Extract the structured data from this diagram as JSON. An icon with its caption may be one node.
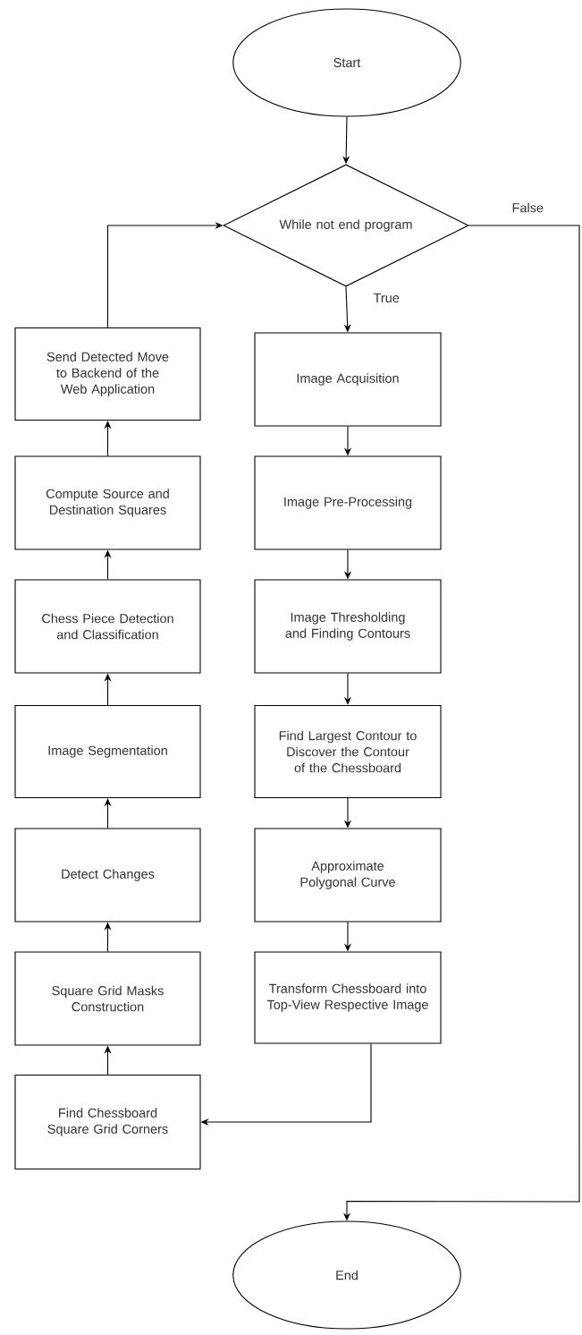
{
  "diagram": {
    "nodes": [
      {
        "text": [
          "Start"
        ]
      },
      {
        "text": [
          "While not end program"
        ]
      },
      {
        "text": [
          "Image Acquisition"
        ]
      },
      {
        "text": [
          "Image Pre-Processing"
        ]
      },
      {
        "text": [
          "Image Thresholding and Finding Contours"
        ]
      },
      {
        "text": [
          "Find Largest Contour to Discover the Contour of the Chessboard"
        ]
      },
      {
        "text": [
          "Approximate Polygonal Curve"
        ]
      },
      {
        "text": [
          "Transform Chessboard into Top-View Respective Image"
        ]
      },
      {
        "text": [
          "Send Detected Move to Backend of the Web Application"
        ]
      },
      {
        "text": [
          "Compute Source and Destination Squares"
        ]
      },
      {
        "text": [
          "Chess Piece Detection and Classification"
        ]
      },
      {
        "text": [
          "Image Segmentation"
        ]
      },
      {
        "text": [
          "Detect Changes"
        ]
      },
      {
        "text": [
          "Square Grid Masks Construction"
        ]
      },
      {
        "text": [
          "Find Chessboard Square Grid Corners"
        ]
      },
      {
        "text": [
          "End"
        ]
      }
    ],
    "edges": [
      {
        "from": 0,
        "to": 1,
        "arrow": "to"
      },
      {
        "from": 1,
        "to": 2,
        "arrow": "to",
        "label": "True"
      },
      {
        "from": 2,
        "to": 3,
        "arrow": "to"
      },
      {
        "from": 3,
        "to": 4,
        "arrow": "to"
      },
      {
        "from": 4,
        "to": 5,
        "arrow": "to"
      },
      {
        "from": 5,
        "to": 6,
        "arrow": "to"
      },
      {
        "from": 6,
        "to": 7,
        "arrow": "to"
      },
      {
        "from": 7,
        "to": 14,
        "arrow": "to"
      },
      {
        "from": 14,
        "to": 13,
        "arrow": "to"
      },
      {
        "from": 13,
        "to": 12,
        "arrow": "to"
      },
      {
        "from": 12,
        "to": 11,
        "arrow": "to"
      },
      {
        "from": 11,
        "to": 10,
        "arrow": "to"
      },
      {
        "from": 10,
        "to": 9,
        "arrow": "to"
      },
      {
        "from": 9,
        "to": 8,
        "arrow": "to"
      },
      {
        "from": 8,
        "to": 1,
        "arrow": "to"
      },
      {
        "from": 1,
        "to": 15,
        "arrow": "to",
        "label": "False"
      }
    ]
  }
}
